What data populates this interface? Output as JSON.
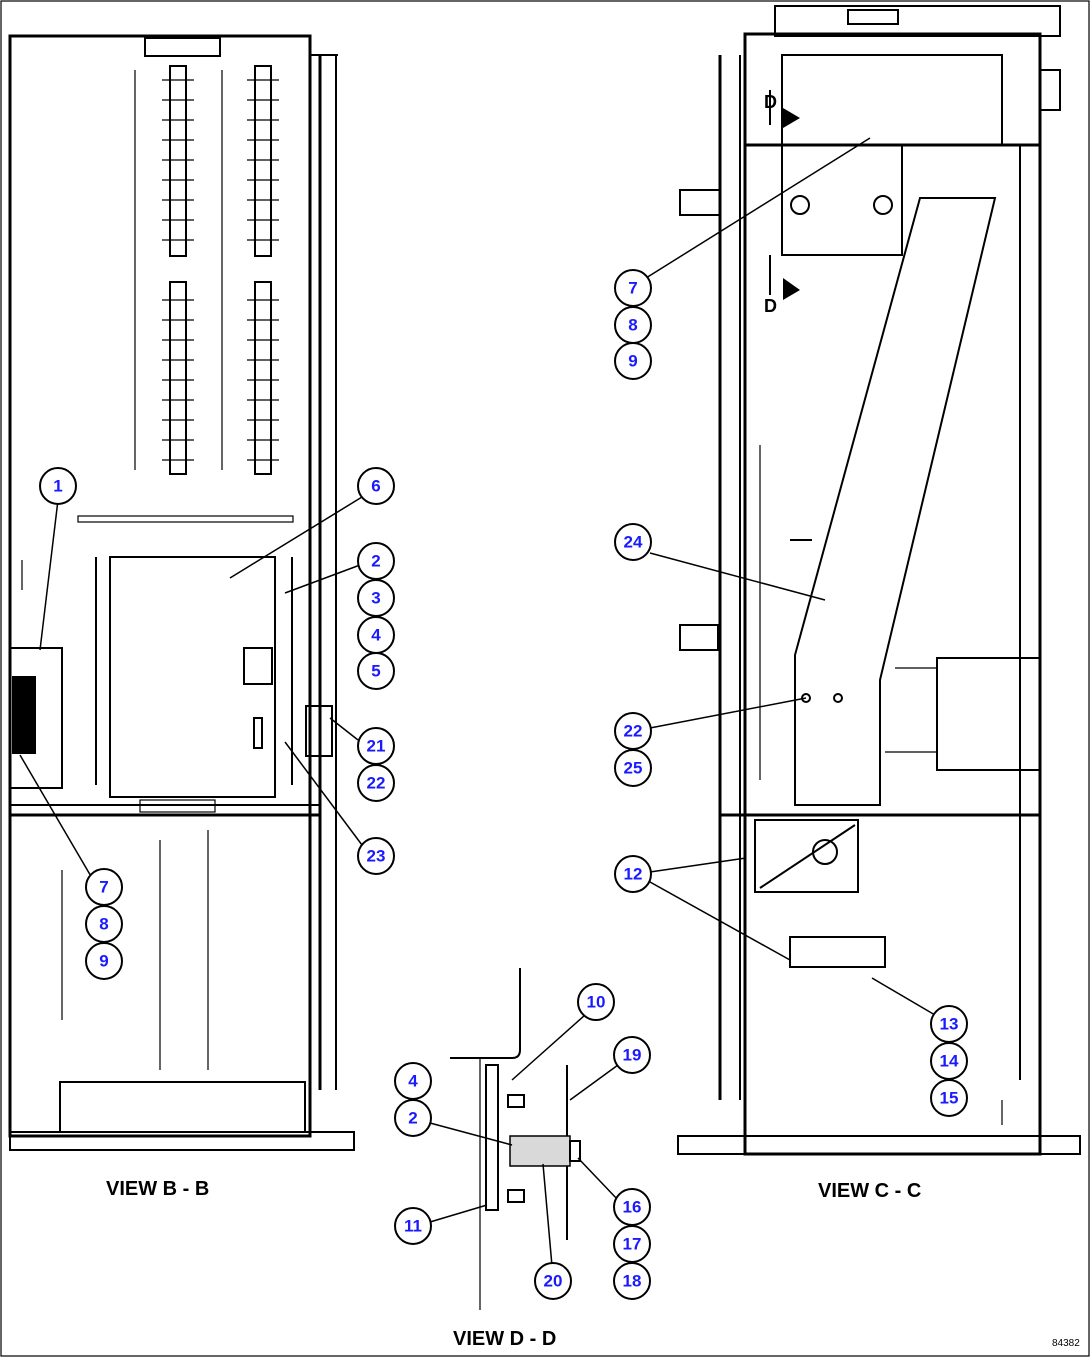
{
  "views": {
    "view_b": "VIEW B - B",
    "view_c": "VIEW C - C",
    "view_d": "VIEW D - D"
  },
  "section_markers": [
    "D",
    "D"
  ],
  "drawing_id": "84382",
  "callouts": {
    "b1": "1",
    "b6": "6",
    "b2": "2",
    "b3": "3",
    "b4": "4",
    "b5": "5",
    "b21": "21",
    "b22": "22",
    "b23": "23",
    "b7": "7",
    "b8": "8",
    "b9": "9",
    "c7": "7",
    "c8": "8",
    "c9": "9",
    "c24": "24",
    "c22": "22",
    "c25": "25",
    "c12": "12",
    "c13": "13",
    "c14": "14",
    "c15": "15",
    "d10": "10",
    "d19": "19",
    "d4": "4",
    "d2": "2",
    "d11": "11",
    "d16": "16",
    "d17": "17",
    "d18": "18",
    "d20": "20"
  }
}
